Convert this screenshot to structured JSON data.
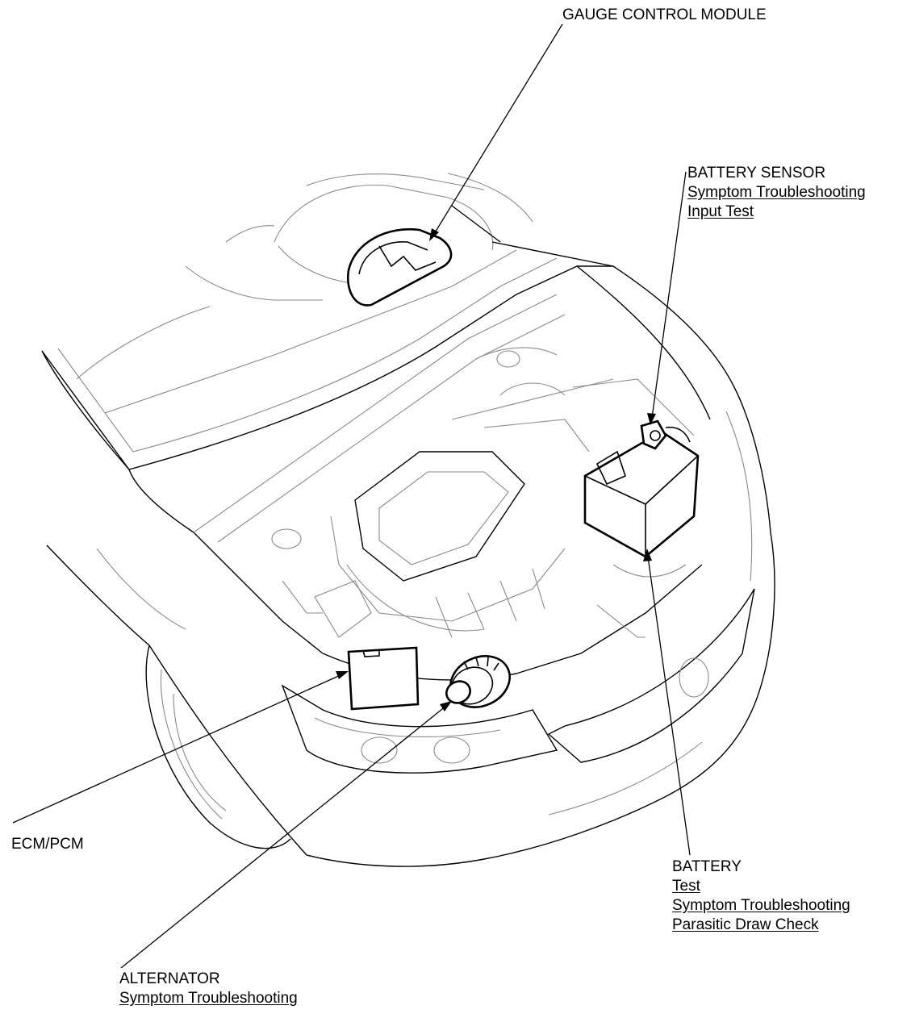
{
  "labels": {
    "gauge_control_module": {
      "title": "GAUGE CONTROL MODULE"
    },
    "battery_sensor": {
      "title": "BATTERY SENSOR",
      "links": [
        "Symptom Troubleshooting",
        "Input Test"
      ]
    },
    "ecm_pcm": {
      "title": "ECM/PCM"
    },
    "battery": {
      "title": "BATTERY",
      "links": [
        "Test",
        "Symptom Troubleshooting",
        "Parasitic Draw Check"
      ]
    },
    "alternator": {
      "title": "ALTERNATOR",
      "links": [
        "Symptom Troubleshooting"
      ]
    }
  },
  "colors": {
    "line": "#000000",
    "detail_line": "#8a8a8a",
    "background": "#ffffff"
  }
}
